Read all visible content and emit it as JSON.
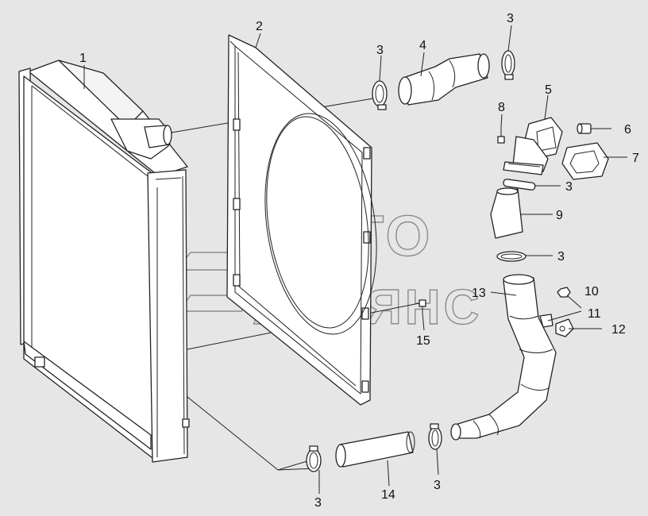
{
  "watermark": {
    "line1": "АВТО",
    "line2": "АЛЬЯНС"
  },
  "callouts": [
    {
      "id": "label-1",
      "text": "1"
    },
    {
      "id": "label-2",
      "text": "2"
    },
    {
      "id": "label-3a",
      "text": "3"
    },
    {
      "id": "label-3b",
      "text": "3"
    },
    {
      "id": "label-4",
      "text": "4"
    },
    {
      "id": "label-5",
      "text": "5"
    },
    {
      "id": "label-6",
      "text": "6"
    },
    {
      "id": "label-7",
      "text": "7"
    },
    {
      "id": "label-8",
      "text": "8"
    },
    {
      "id": "label-3c",
      "text": "3"
    },
    {
      "id": "label-9",
      "text": "9"
    },
    {
      "id": "label-3d",
      "text": "3"
    },
    {
      "id": "label-10",
      "text": "10"
    },
    {
      "id": "label-13",
      "text": "13"
    },
    {
      "id": "label-11",
      "text": "11"
    },
    {
      "id": "label-12",
      "text": "12"
    },
    {
      "id": "label-15",
      "text": "15"
    },
    {
      "id": "label-3e",
      "text": "3"
    },
    {
      "id": "label-14",
      "text": "14"
    },
    {
      "id": "label-3f",
      "text": "3"
    }
  ]
}
